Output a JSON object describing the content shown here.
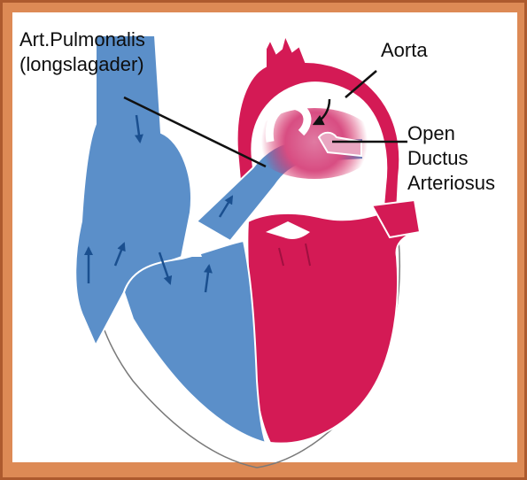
{
  "diagram": {
    "labels": {
      "pulmonary_line1": "Art.Pulmonalis",
      "pulmonary_line2": "(longslagader)",
      "aorta": "Aorta",
      "ductus_line1": "Open",
      "ductus_line2": "Ductus",
      "ductus_line3": "Arteriosus"
    },
    "colors": {
      "frame": "#dd8a55",
      "deoxygenated_blue": "#5b8fc9",
      "oxygenated_red": "#d41a55",
      "mixing_pink": "#d77a9f",
      "outline": "#ffffff",
      "background": "#ffffff"
    }
  }
}
